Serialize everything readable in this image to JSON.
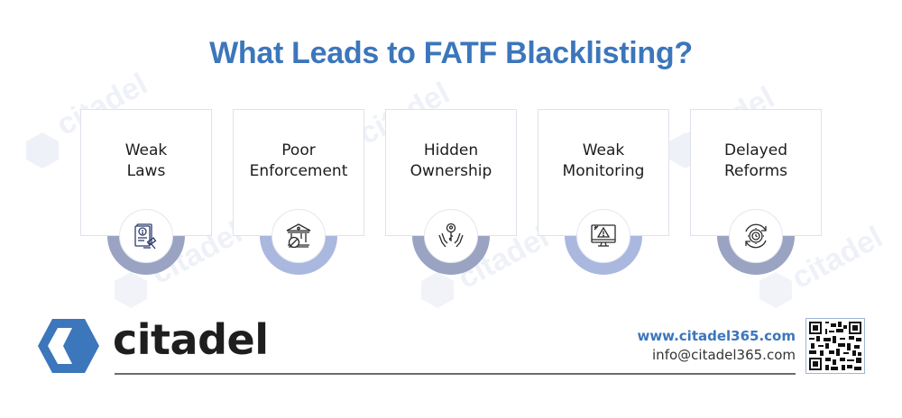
{
  "header": {
    "title": "What Leads to FATF Blacklisting?"
  },
  "colors": {
    "brand_blue": "#3c76bb",
    "arc_gray": "#9aa3c2",
    "arc_light": "#aab8e0",
    "text_dark": "#1c1c1c"
  },
  "watermark": {
    "text": "citadel"
  },
  "cards": [
    {
      "line1": "Weak",
      "line2": "Laws",
      "icon": "legal-document-gavel-icon",
      "arc_color": "#9aa3c2"
    },
    {
      "line1": "Poor",
      "line2": "Enforcement",
      "icon": "bank-prohibited-icon",
      "arc_color": "#aab8e0"
    },
    {
      "line1": "Hidden",
      "line2": "Ownership",
      "icon": "hands-key-icon",
      "arc_color": "#9aa3c2"
    },
    {
      "line1": "Weak",
      "line2": "Monitoring",
      "icon": "monitor-warning-icon",
      "arc_color": "#aab8e0"
    },
    {
      "line1": "Delayed",
      "line2": "Reforms",
      "icon": "gear-clock-cycle-icon",
      "arc_color": "#9aa3c2"
    }
  ],
  "footer": {
    "logo_text": "citadel",
    "website": "www.citadel365.com",
    "email": "info@citadel365.com",
    "qr_icon": "qr-code-icon"
  }
}
